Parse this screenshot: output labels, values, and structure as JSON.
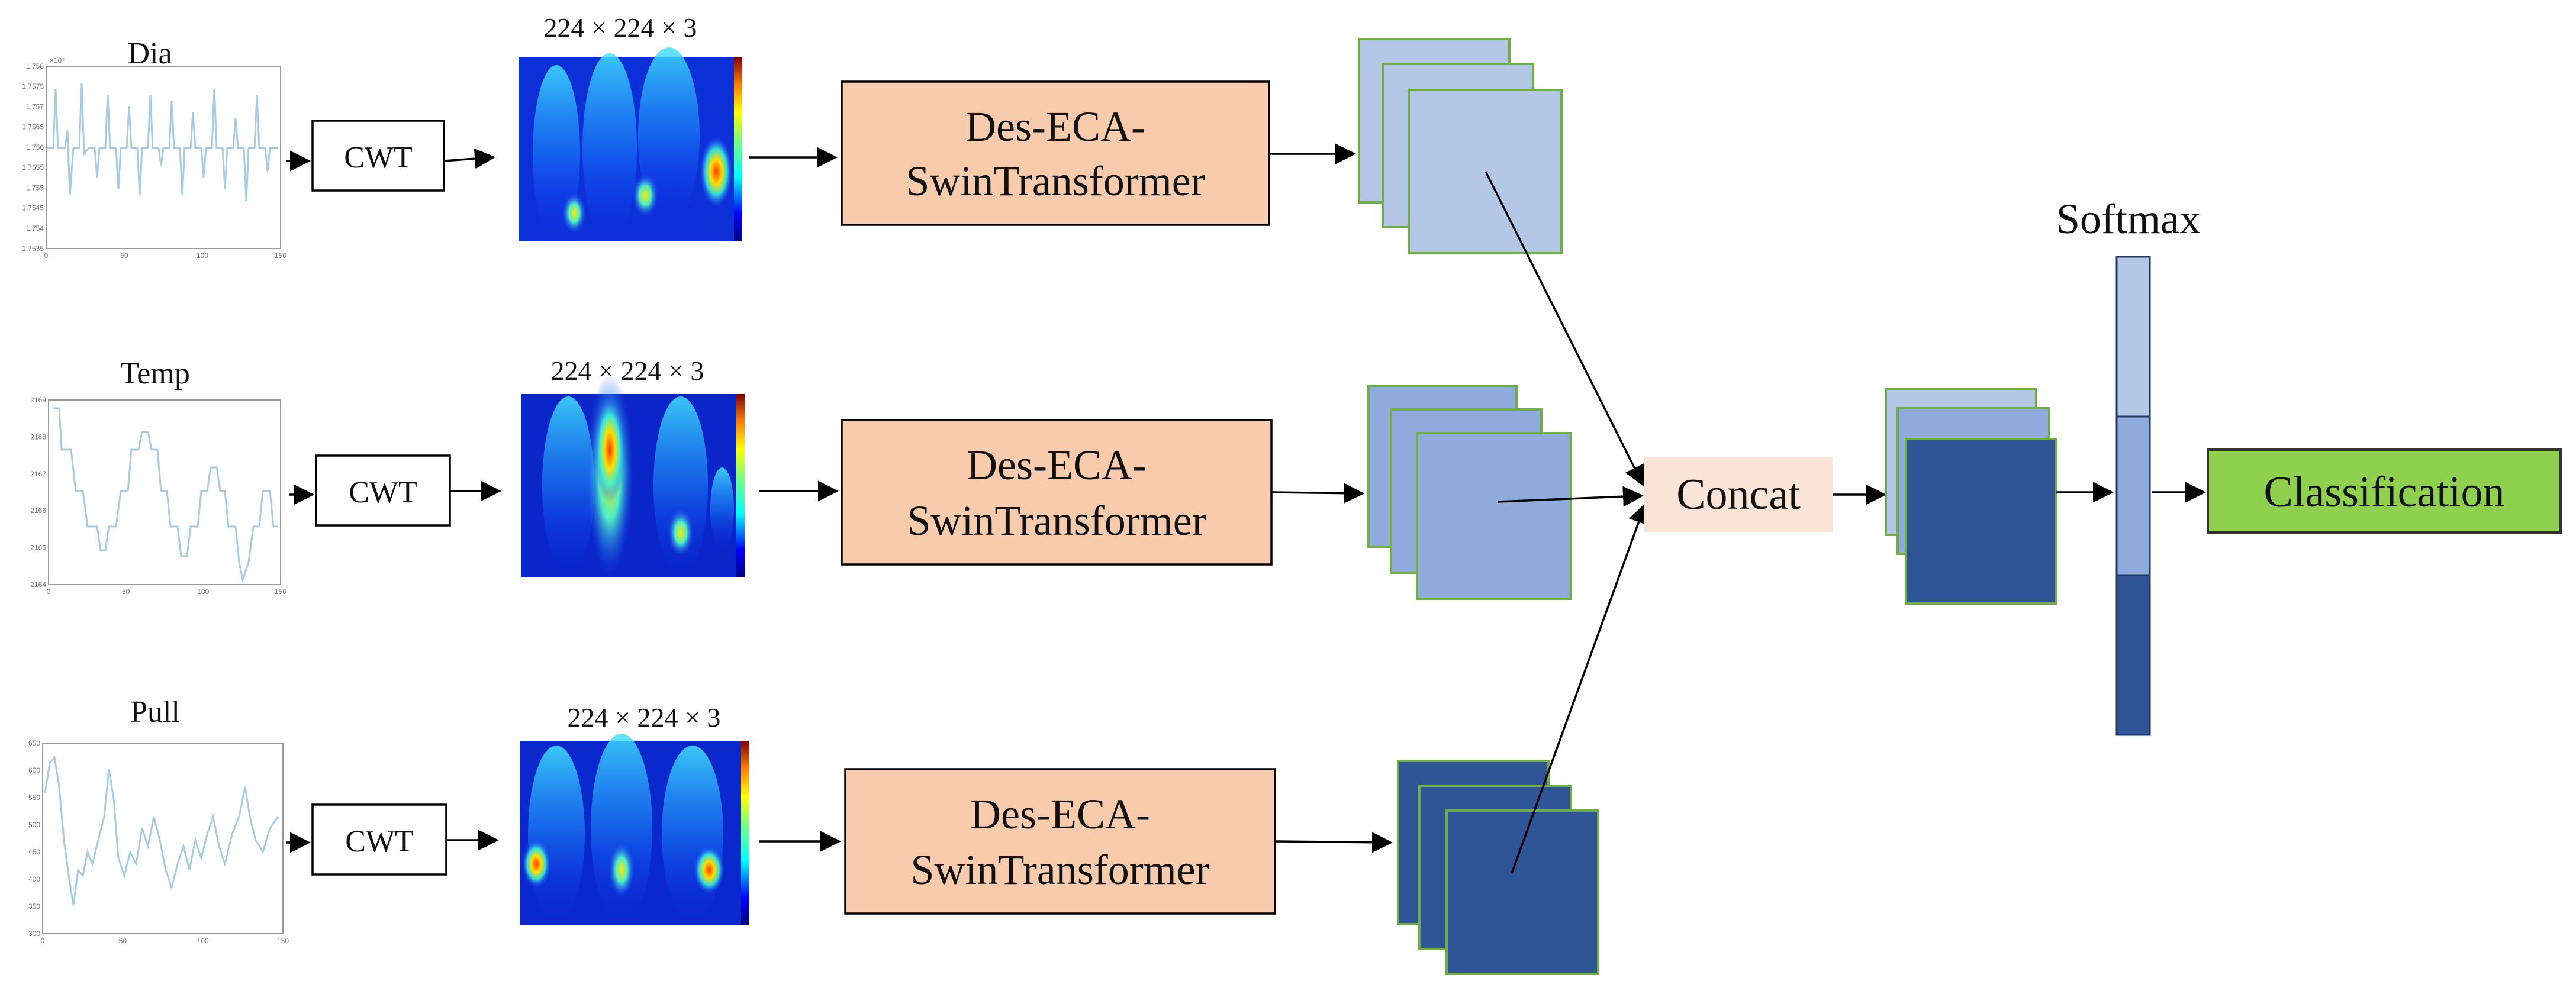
{
  "branches": [
    {
      "signal_label": "Dia",
      "cwt_label": "CWT",
      "spectrogram_label": "224 × 224 × 3",
      "model_line1": "Des-ECA-",
      "model_line2": "SwinTransformer",
      "signal_yticks": [
        "1.758",
        "1.7575",
        "1.757",
        "1.7565",
        "1.756",
        "1.7555",
        "1.755",
        "1.7545",
        "1.754",
        "1.7535"
      ],
      "signal_exponent": "×10⁴",
      "signal_xticks": [
        "0",
        "50",
        "100",
        "150"
      ]
    },
    {
      "signal_label": "Temp",
      "cwt_label": "CWT",
      "spectrogram_label": "224 × 224 × 3",
      "model_line1": "Des-ECA-",
      "model_line2": "SwinTransformer",
      "signal_yticks": [
        "2169",
        "2168",
        "2167",
        "2166",
        "2165",
        "2164"
      ],
      "signal_xticks": [
        "0",
        "50",
        "100",
        "150"
      ]
    },
    {
      "signal_label": "Pull",
      "cwt_label": "CWT",
      "spectrogram_label": "224 × 224 × 3",
      "model_line1": "Des-ECA-",
      "model_line2": "SwinTransformer",
      "signal_yticks": [
        "650",
        "600",
        "550",
        "500",
        "450",
        "400",
        "350",
        "300"
      ],
      "signal_xticks": [
        "0",
        "50",
        "100",
        "150"
      ]
    }
  ],
  "concat_label": "Concat",
  "softmax_label": "Softmax",
  "classification_label": "Classification",
  "colors": {
    "model_box": "#f8cbad",
    "concat_box": "#fbe5d6",
    "classification_box": "#8fd14f",
    "feature_light": "#b4c7e7",
    "feature_mid": "#8faadc",
    "feature_dark": "#2f5597",
    "feature_border": "#70ad47"
  }
}
